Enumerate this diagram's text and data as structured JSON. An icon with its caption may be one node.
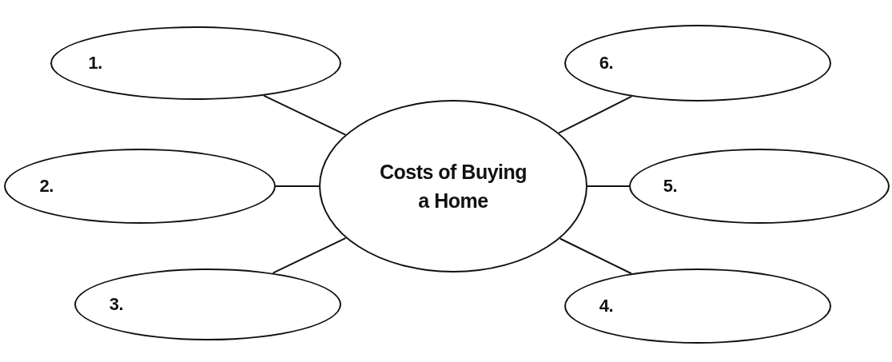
{
  "diagram": {
    "nodes": [
      {
        "text": [
          "1."
        ]
      },
      {
        "text": [
          "6."
        ]
      },
      {
        "text": [
          "2."
        ]
      },
      {
        "text": [
          "Costs of Buying a Home"
        ]
      },
      {
        "text": [
          "5."
        ]
      },
      {
        "text": [
          "3."
        ]
      },
      {
        "text": [
          "4."
        ]
      }
    ],
    "edges": [
      {
        "from": 3,
        "to": 0,
        "arrow": "none"
      },
      {
        "from": 3,
        "to": 1,
        "arrow": "none"
      },
      {
        "from": 3,
        "to": 2,
        "arrow": "none"
      },
      {
        "from": 3,
        "to": 4,
        "arrow": "none"
      },
      {
        "from": 3,
        "to": 5,
        "arrow": "none"
      },
      {
        "from": 3,
        "to": 6,
        "arrow": "none"
      }
    ]
  }
}
